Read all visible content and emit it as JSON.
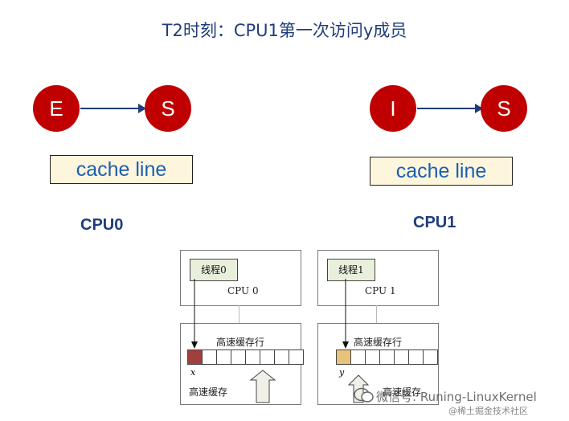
{
  "title": "T2时刻：CPU1第一次访问y成员",
  "left": {
    "from_state": "E",
    "to_state": "S",
    "cache_label": "cache line",
    "cpu_label": "CPU0",
    "thread_label": "线程0",
    "cpu_box_label": "CPU 0",
    "cache_title": "高速缓存行",
    "var_label": "x",
    "cache_bottom_label": "高速缓存",
    "highlight_color": "#a0403c"
  },
  "right": {
    "from_state": "I",
    "to_state": "S",
    "cache_label": "cache line",
    "cpu_label": "CPU1",
    "thread_label": "线程1",
    "cpu_box_label": "CPU 1",
    "cache_title": "高速缓存行",
    "var_label": "y",
    "cache_bottom_label": "高速缓存",
    "highlight_color": "#e8c27a"
  },
  "colors": {
    "state_red": "#c00000",
    "arrow": "#1f3d7a"
  },
  "watermark": {
    "text": "微信号: Runing-LinuxKernel",
    "sub": "@稀土掘金技术社区"
  }
}
